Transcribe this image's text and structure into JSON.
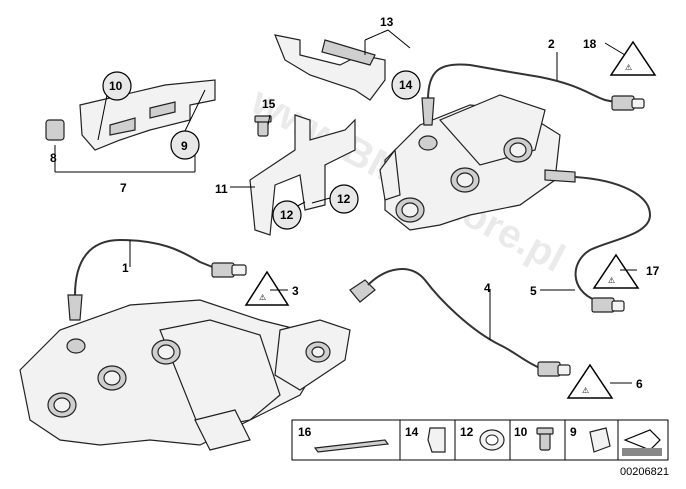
{
  "watermark": "www.BMWstore.pl",
  "image_number": "00206821",
  "callouts": {
    "c1": "1",
    "c2": "2",
    "c3": "3",
    "c4": "4",
    "c5": "5",
    "c6": "6",
    "c7": "7",
    "c8": "8",
    "c9": "9",
    "c10": "10",
    "c11": "11",
    "c12a": "12",
    "c12b": "12",
    "c13": "13",
    "c14": "14",
    "c15": "15",
    "c17": "17",
    "c18": "18"
  },
  "legend": {
    "l16": "16",
    "l14": "14",
    "l12": "12",
    "l10": "10",
    "l9": "9"
  }
}
